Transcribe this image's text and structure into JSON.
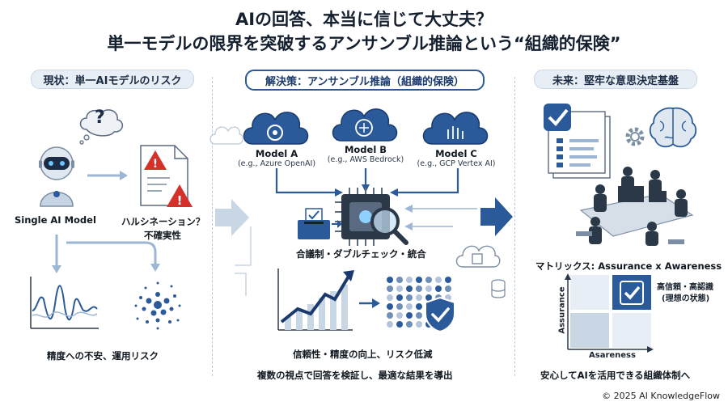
{
  "title": {
    "line1": "AIの回答、本当に信じて大丈夫？",
    "line2": "単一モデルの限界を突破するアンサンブル推論という“組織的保険”"
  },
  "sections": {
    "current": {
      "heading": "現状：単一AIモデルのリスク"
    },
    "solution": {
      "heading": "解決策：アンサンブル推論（組織的保険）"
    },
    "future": {
      "heading": "未来：堅牢な意思決定基盤"
    }
  },
  "current": {
    "model_label": "Single AI Model",
    "hallucination_line1": "ハルシネーション？",
    "hallucination_line2": "不確実性",
    "question_mark": "?",
    "risk_caption": "精度への不安、運用リスク"
  },
  "solution": {
    "models": [
      {
        "name": "Model A",
        "example": "(e.g., Azure OpenAI)"
      },
      {
        "name": "Model B",
        "example": "(e.g., AWS Bedrock)"
      },
      {
        "name": "Model C",
        "example": "(e.g., GCP Vertex AI)"
      }
    ],
    "process_caption": "合議制・ダブルチェック・統合",
    "result_caption": "信頼性・精度の向上、リスク低減",
    "summary": "複数の視点で回答を検証し、最適な結果を導出"
  },
  "future": {
    "matrix_title": "マトリックス: Assurance x Awareness",
    "y_axis": "Assurance",
    "x_axis": "Asareness",
    "quadrant_line1": "高信頼・高認識",
    "quadrant_line2": "(理想の状態)",
    "caption": "安心してAIを活用できる組織体制へ"
  },
  "footer": "© 2025 AI KnowledgeFlow",
  "colors": {
    "primary": "#2a5a9a",
    "light": "#9db6d4",
    "pale": "#e8eef5",
    "dark": "#142030"
  }
}
